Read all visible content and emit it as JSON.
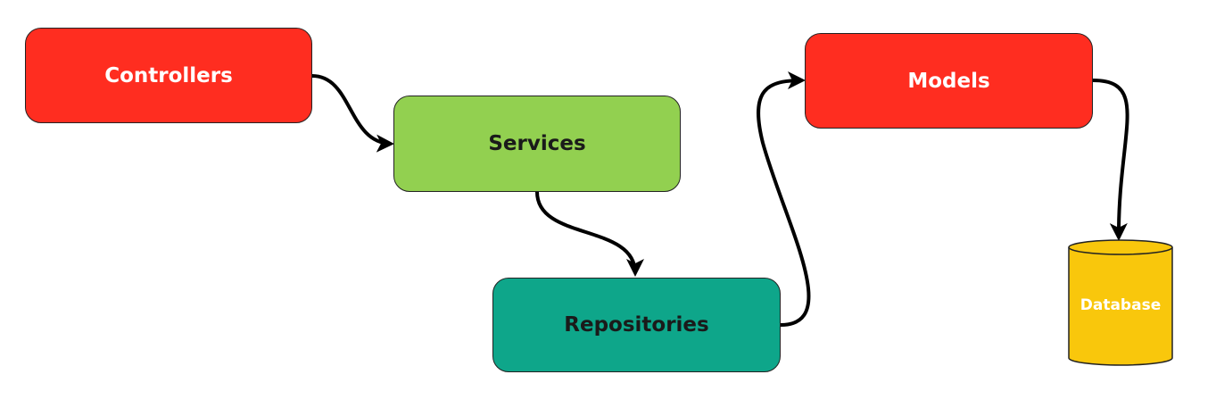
{
  "nodes": {
    "controllers": {
      "label": "Controllers",
      "fill": "#ff2d20",
      "text_color": "#ffffff"
    },
    "services": {
      "label": "Services",
      "fill": "#92d050",
      "text_color": "#1a1a1a"
    },
    "repositories": {
      "label": "Repositories",
      "fill": "#0ea68a",
      "text_color": "#1a1a1a"
    },
    "models": {
      "label": "Models",
      "fill": "#ff2d20",
      "text_color": "#ffffff"
    },
    "database": {
      "label": "Database",
      "fill": "#f9c70c",
      "text_color": "#ffffff",
      "shape": "cylinder"
    }
  },
  "edges": [
    {
      "from": "Controllers",
      "to": "Services"
    },
    {
      "from": "Services",
      "to": "Repositories"
    },
    {
      "from": "Repositories",
      "to": "Models"
    },
    {
      "from": "Models",
      "to": "Database"
    }
  ],
  "colors": {
    "edge": "#000000",
    "border": "#222222"
  }
}
